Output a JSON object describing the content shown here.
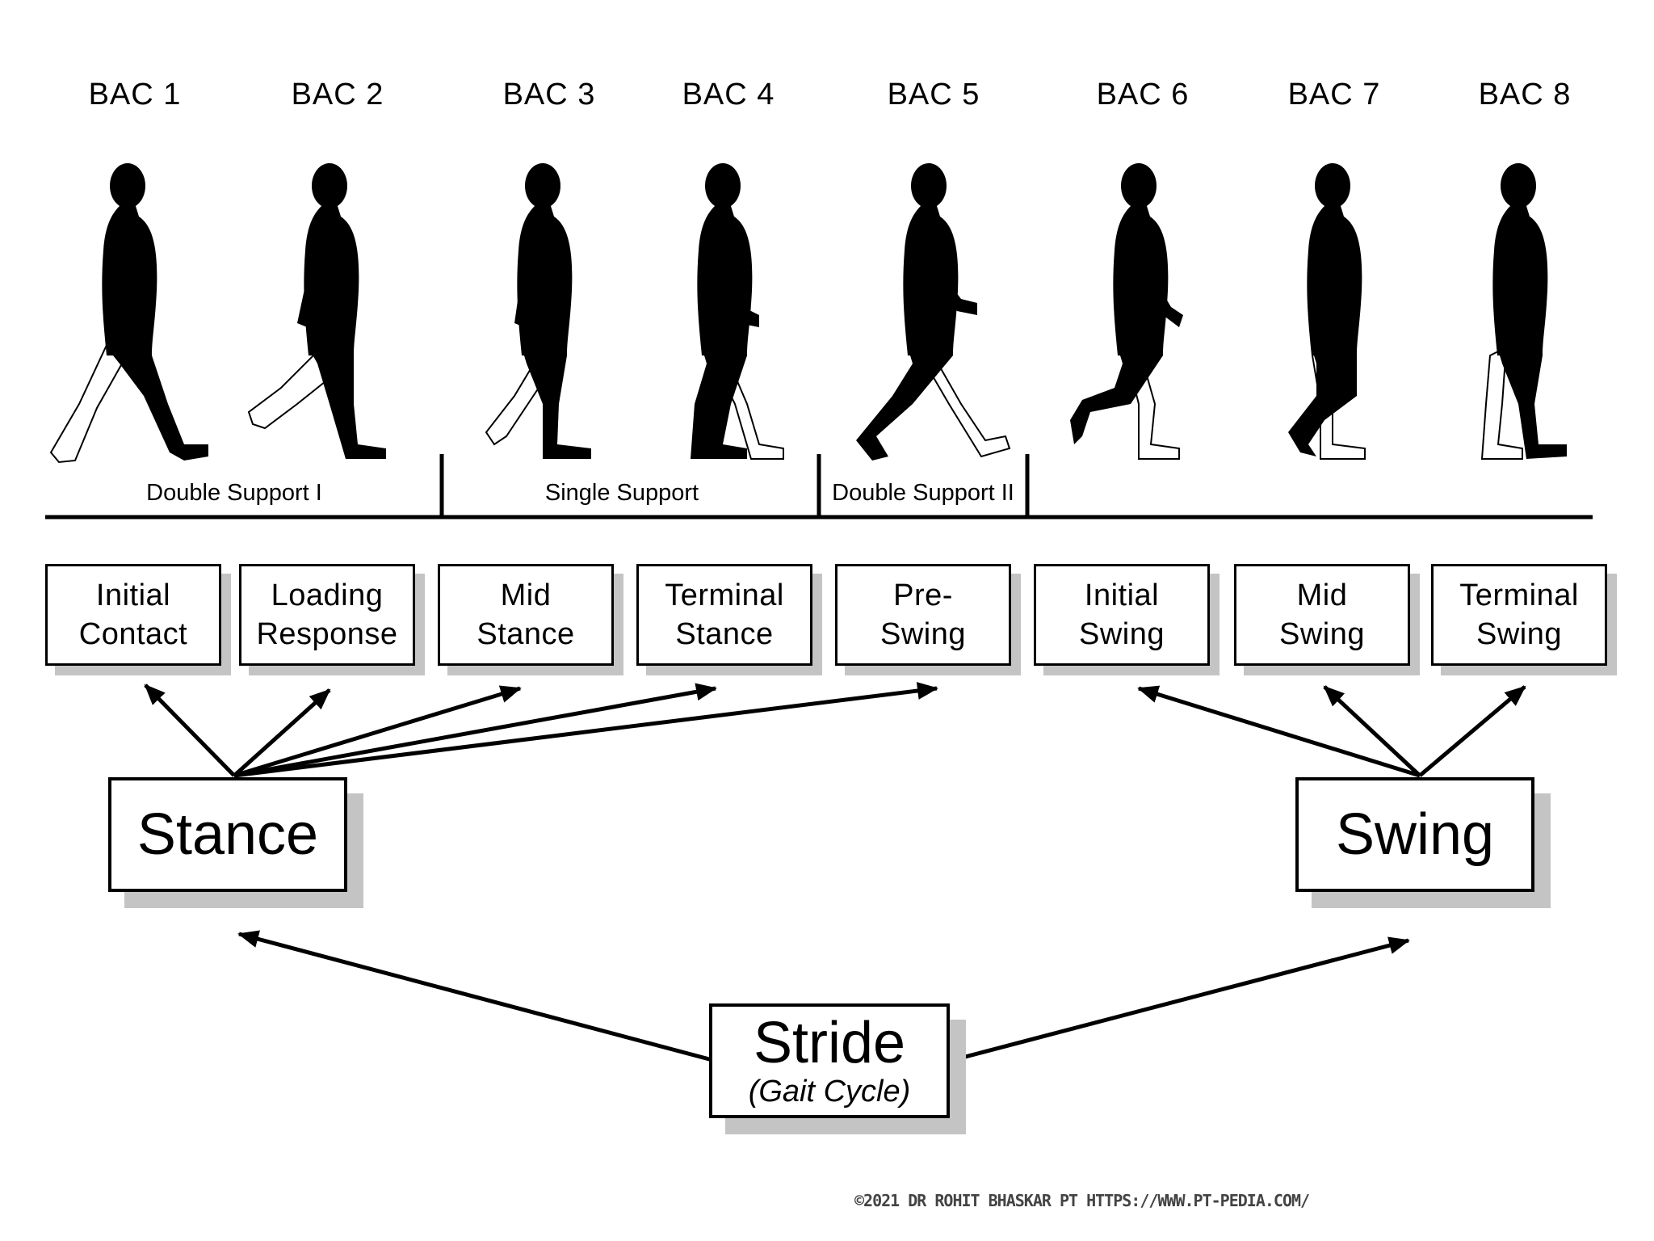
{
  "bac_labels": [
    "BAC 1",
    "BAC 2",
    "BAC 3",
    "BAC 4",
    "BAC 5",
    "BAC 6",
    "BAC 7",
    "BAC 8"
  ],
  "support_labels": [
    "Double Support I",
    "Single Support",
    "Double Support II"
  ],
  "phases": [
    [
      "Initial",
      "Contact"
    ],
    [
      "Loading",
      "Response"
    ],
    [
      "Mid",
      "Stance"
    ],
    [
      "Terminal",
      "Stance"
    ],
    [
      "Pre-",
      "Swing"
    ],
    [
      "Initial",
      "Swing"
    ],
    [
      "Mid",
      "Swing"
    ],
    [
      "Terminal",
      "Swing"
    ]
  ],
  "stance_label": "Stance",
  "swing_label": "Swing",
  "stride": {
    "title": "Stride",
    "subtitle": "(Gait Cycle)"
  },
  "copyright": "©2021 DR ROHIT BHASKAR PT HTTPS://WWW.PT-PEDIA.COM/",
  "colors": {
    "figure": "#000000",
    "shadow": "#c4c4c4"
  }
}
